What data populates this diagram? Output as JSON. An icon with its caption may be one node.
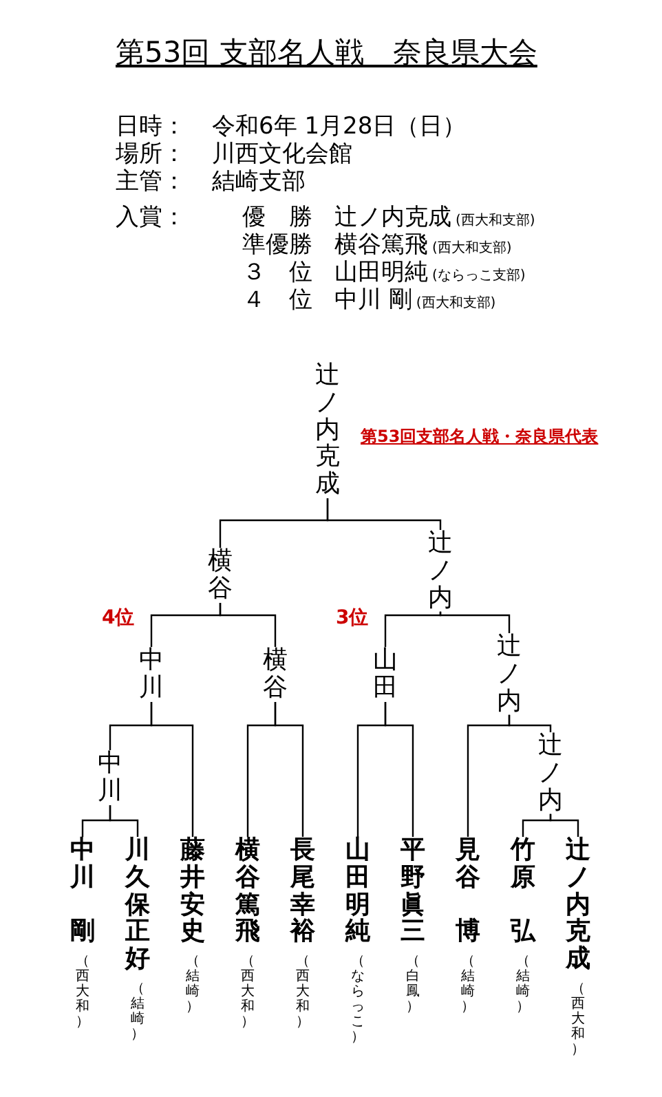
{
  "diagram": {
    "title": "第53回 支部名人戦　奈良県大会",
    "nodes": [
      {
        "text": [
          "辻ノ内克成"
        ]
      },
      {
        "text": [
          "横谷"
        ]
      },
      {
        "text": [
          "辻ノ内"
        ]
      },
      {
        "text": [
          "中川"
        ]
      },
      {
        "text": [
          "横谷"
        ]
      },
      {
        "text": [
          "山田"
        ]
      },
      {
        "text": [
          "辻ノ内"
        ]
      },
      {
        "text": [
          "中川"
        ]
      },
      {
        "text": [
          "辻ノ内"
        ]
      },
      {
        "text": [
          "中川剛",
          "（西大和）"
        ]
      },
      {
        "text": [
          "川久保正好",
          "（結崎）"
        ]
      },
      {
        "text": [
          "藤井安史",
          "（結崎）"
        ]
      },
      {
        "text": [
          "横谷篤飛",
          "（西大和）"
        ]
      },
      {
        "text": [
          "長尾幸裕",
          "（西大和）"
        ]
      },
      {
        "text": [
          "山田明純",
          "（ならっこ）"
        ]
      },
      {
        "text": [
          "平野眞三",
          "（白鳳）"
        ]
      },
      {
        "text": [
          "見谷博",
          "（結崎）"
        ]
      },
      {
        "text": [
          "竹原弘",
          "（結崎）"
        ]
      },
      {
        "text": [
          "辻ノ内克成",
          "（西大和）"
        ]
      }
    ],
    "edges": [
      {
        "from": 1,
        "to": 0,
        "arrow": "none"
      },
      {
        "from": 2,
        "to": 0,
        "arrow": "none"
      },
      {
        "from": 3,
        "to": 1,
        "arrow": "none"
      },
      {
        "from": 4,
        "to": 1,
        "arrow": "none"
      },
      {
        "from": 5,
        "to": 2,
        "arrow": "none"
      },
      {
        "from": 6,
        "to": 2,
        "arrow": "none"
      },
      {
        "from": 7,
        "to": 3,
        "arrow": "none"
      },
      {
        "from": 11,
        "to": 3,
        "arrow": "none"
      },
      {
        "from": 12,
        "to": 4,
        "arrow": "none"
      },
      {
        "from": 13,
        "to": 4,
        "arrow": "none"
      },
      {
        "from": 14,
        "to": 5,
        "arrow": "none"
      },
      {
        "from": 15,
        "to": 5,
        "arrow": "none"
      },
      {
        "from": 16,
        "to": 6,
        "arrow": "none"
      },
      {
        "from": 8,
        "to": 6,
        "arrow": "none"
      },
      {
        "from": 9,
        "to": 7,
        "arrow": "none"
      },
      {
        "from": 10,
        "to": 7,
        "arrow": "none"
      },
      {
        "from": 17,
        "to": 8,
        "arrow": "none"
      },
      {
        "from": 18,
        "to": 8,
        "arrow": "none"
      }
    ],
    "labels": [
      "日時：",
      "令和6年 1月28日（日）",
      "場所：",
      "川西文化会館",
      "主管：",
      "結崎支部",
      "入賞：",
      "優　勝",
      "辻ノ内克成",
      "(西大和支部)",
      "準優勝",
      "横谷篤飛",
      "(西大和支部)",
      "３　位",
      "山田明純",
      "(ならっこ支部)",
      "４　位",
      "中川 剛",
      "(西大和支部)",
      "第53回支部名人戦・奈良県代表",
      "4位",
      "3位"
    ]
  }
}
